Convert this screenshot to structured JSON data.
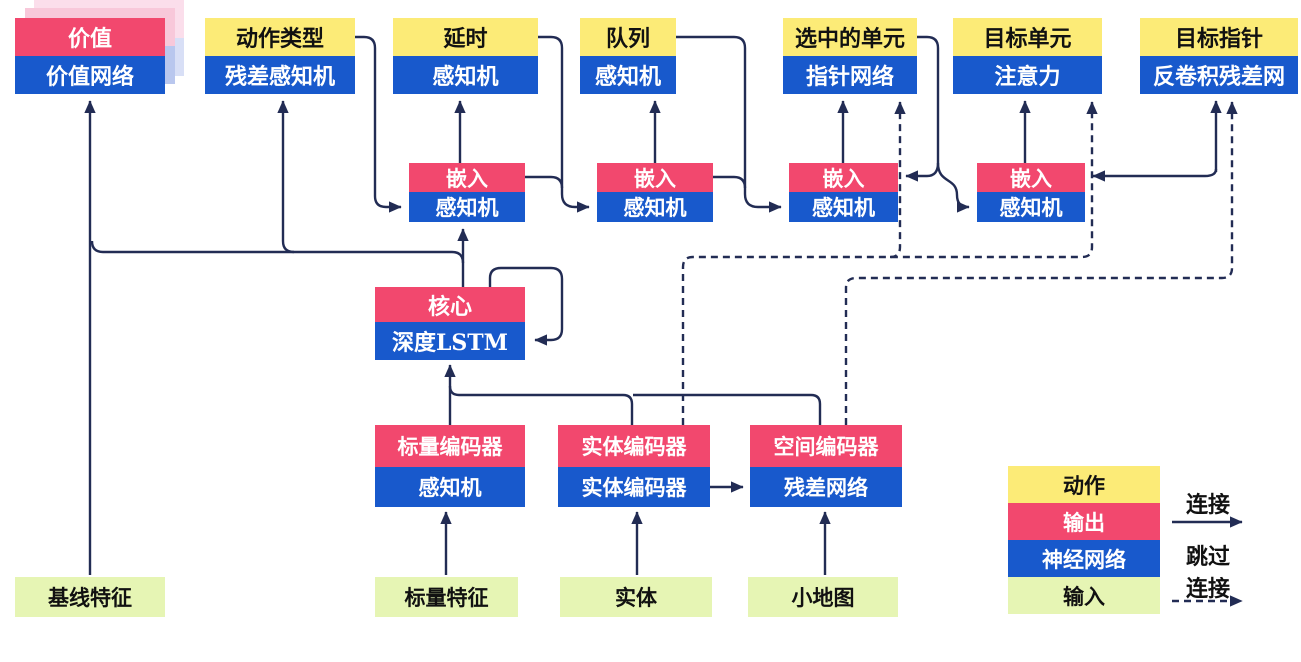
{
  "diagram": {
    "nodes": {
      "value": {
        "header": "价值",
        "body": "价值网络"
      },
      "action_type": {
        "header": "动作类型",
        "body": "残差感知机"
      },
      "delay": {
        "header": "延时",
        "body": "感知机"
      },
      "queue": {
        "header": "队列",
        "body": "感知机"
      },
      "selected_units": {
        "header": "选中的单元",
        "body": "指针网络"
      },
      "target_unit": {
        "header": "目标单元",
        "body": "注意力"
      },
      "target_point": {
        "header": "目标指针",
        "body": "反卷积残差网"
      },
      "embed1": {
        "header": "嵌入",
        "body": "感知机"
      },
      "embed2": {
        "header": "嵌入",
        "body": "感知机"
      },
      "embed3": {
        "header": "嵌入",
        "body": "感知机"
      },
      "embed4": {
        "header": "嵌入",
        "body": "感知机"
      },
      "core": {
        "header": "核心",
        "body": "深度LSTM"
      },
      "scalar_encoder": {
        "header": "标量编码器",
        "body": "感知机"
      },
      "entity_encoder": {
        "header": "实体编码器",
        "body": "实体编码器"
      },
      "spatial_encoder": {
        "header": "空间编码器",
        "body": "残差网络"
      }
    },
    "inputs": {
      "baseline_features": "基线特征",
      "scalar_features": "标量特征",
      "entities": "实体",
      "minimap": "小地图"
    },
    "legend": {
      "action": "动作",
      "output": "输出",
      "network": "神经网络",
      "input": "输入",
      "connection": "连接",
      "skip_line1": "跳过",
      "skip_line2": "连接"
    },
    "colors": {
      "action_yellow": "#fceb77",
      "output_red": "#f2486e",
      "network_blue": "#1859cc",
      "input_green": "#e6f5b4",
      "line_navy": "#222c54",
      "value_stack_pink": "#f8c8da",
      "value_stack_blue": "#b9c7ee"
    }
  }
}
